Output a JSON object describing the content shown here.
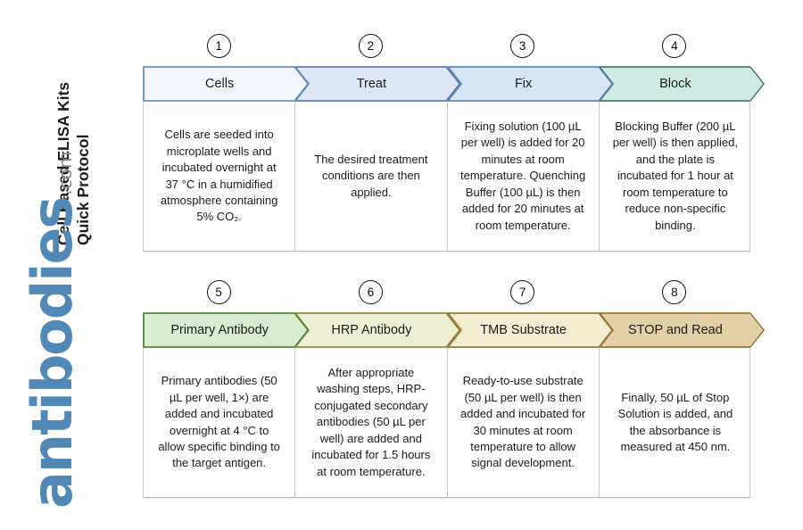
{
  "title": {
    "line1": "Cell Based ELISA Kits",
    "line2": "Quick Protocol"
  },
  "logo": {
    "word": "antibodies",
    "suffix": ".com",
    "color": "#5288b5",
    "suffix_color": "#8d8d8d"
  },
  "rows": [
    {
      "steps": [
        {
          "number": "1",
          "label": "Cells",
          "body": "Cells are seeded into microplate wells and incubated overnight at 37 °C in a humidified atmosphere containing 5% CO₂.",
          "fill": "#f3f7fc",
          "stroke": "#5b83b0"
        },
        {
          "number": "2",
          "label": "Treat",
          "body": "The desired treatment conditions are then applied.",
          "fill": "#dfe7f7",
          "stroke": "#4f6fa8"
        },
        {
          "number": "3",
          "label": "Fix",
          "body": "Fixing solution (100 µL per well) is added for 20 minutes at room temperature. Quenching Buffer (100 µL) is then added for 20 minutes at room temperature.",
          "fill": "#d7e6f5",
          "stroke": "#4f7ca8"
        },
        {
          "number": "4",
          "label": "Block",
          "body": "Blocking Buffer (200 µL per well) is then applied, and the plate is incubated for 1 hour at room temperature to reduce non-specific binding.",
          "fill": "#cfeae2",
          "stroke": "#3f6b63"
        }
      ]
    },
    {
      "steps": [
        {
          "number": "5",
          "label": "Primary Antibody",
          "body": "Primary antibodies (50 µL per well, 1×) are added and incubated overnight at 4 °C to allow specific binding to the target antigen.",
          "fill": "#d9ecd0",
          "stroke": "#3f7a2e"
        },
        {
          "number": "6",
          "label": "HRP Antibody",
          "body": "After appropriate washing steps, HRP-conjugated secondary antibodies (50 µL per well) are added and incubated for 1.5 hours at room temperature.",
          "fill": "#eef0d5",
          "stroke": "#8a7526"
        },
        {
          "number": "7",
          "label": "TMB Substrate",
          "body": "Ready-to-use substrate (50 µL per well) is then added and incubated for 30 minutes at room temperature to allow signal development.",
          "fill": "#f2eed2",
          "stroke": "#8a6b26"
        },
        {
          "number": "8",
          "label": "STOP and Read",
          "body": "Finally, 50 µL of Stop Solution is added, and the absorbance is measured at 450 nm.",
          "fill": "#e3d0a6",
          "stroke": "#8a6b26"
        }
      ]
    }
  ]
}
